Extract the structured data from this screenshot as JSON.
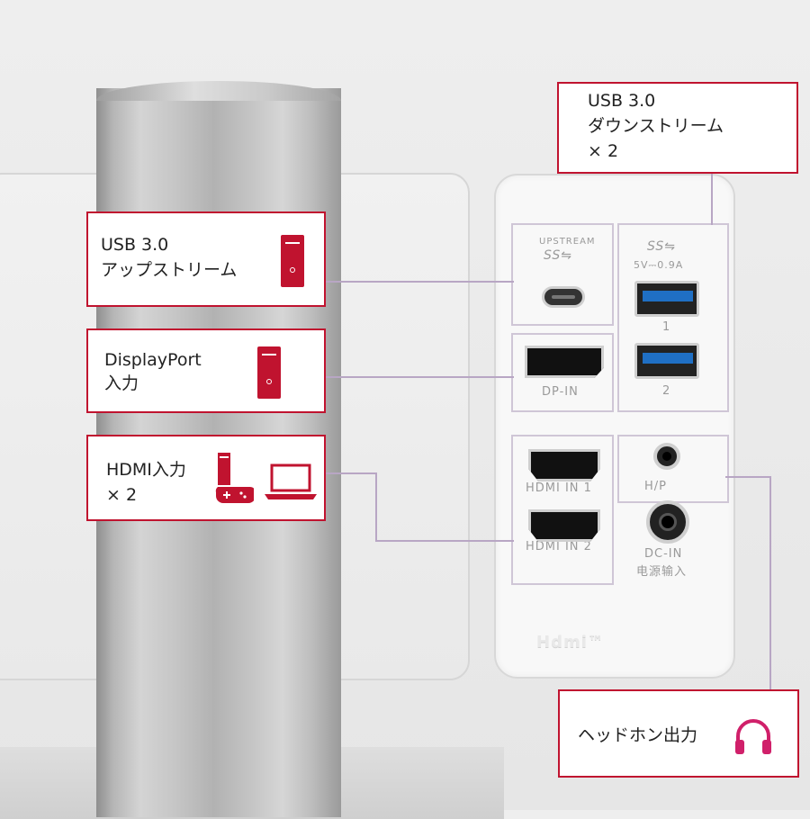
{
  "callouts": {
    "usb_downstream": {
      "line1": "USB 3.0",
      "line2": "ダウンストリーム",
      "line3": "× 2"
    },
    "usb_upstream": {
      "line1": "USB  3.0",
      "line2": "アップストリーム",
      "icon": "pc-tower-icon"
    },
    "displayport": {
      "line1": "DisplayPort",
      "line2": "入力",
      "icon": "pc-tower-icon"
    },
    "hdmi": {
      "line1": "HDMI入力",
      "line2": "× 2",
      "icons": [
        "game-console-icon",
        "laptop-icon"
      ]
    },
    "headphone": {
      "label": "ヘッドホン出力",
      "icon": "headphones-icon"
    }
  },
  "port_panel": {
    "upstream_label": "UPSTREAM",
    "ss_logo": "SS⇋",
    "ss_logo_right": "SS⇋",
    "power_spec": "5V⎓0.9A",
    "usb_port_1": "1",
    "usb_port_2": "2",
    "dp_label": "DP-IN",
    "hdmi1_label": "HDMI IN 1",
    "hdmi2_label": "HDMI IN 2",
    "hp_label": "H/P",
    "dc_label": "DC-IN",
    "dc_label_cn": "电源输入",
    "hdmi_logo": "Hdmi™"
  },
  "colors": {
    "accent": "#c0132f",
    "leader": "#b8a6c4"
  }
}
